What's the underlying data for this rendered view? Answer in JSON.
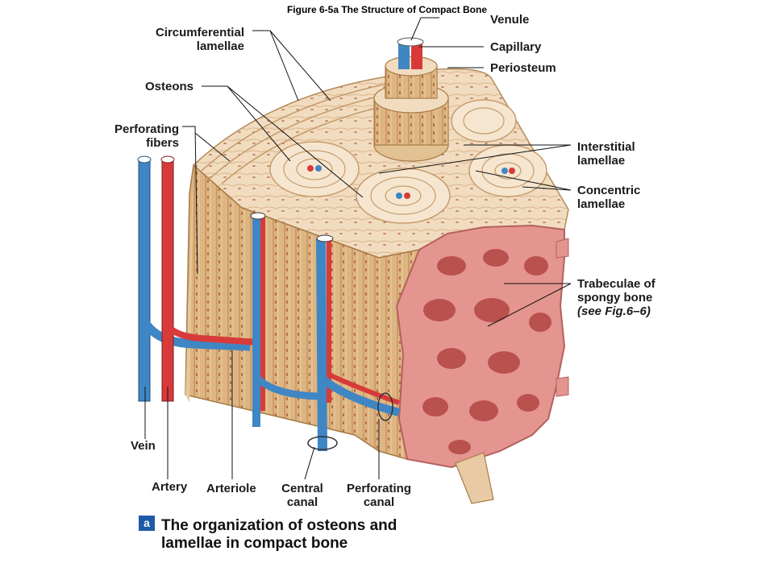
{
  "figure": {
    "title": "Figure 6-5a  The Structure of Compact Bone",
    "caption_badge": "a",
    "caption_line1": "The organization of osteons and",
    "caption_line2": "lamellae in compact bone"
  },
  "labels": {
    "venule": "Venule",
    "capillary": "Capillary",
    "periosteum": "Periosteum",
    "circumferential_1": "Circumferential",
    "circumferential_2": "lamellae",
    "osteons": "Osteons",
    "perforating_fibers_1": "Perforating",
    "perforating_fibers_2": "fibers",
    "interstitial_1": "Interstitial",
    "interstitial_2": "lamellae",
    "concentric_1": "Concentric",
    "concentric_2": "lamellae",
    "trabeculae_1": "Trabeculae of",
    "trabeculae_2": "spongy bone",
    "trabeculae_3": "(see Fig.6–6)",
    "vein": "Vein",
    "artery": "Artery",
    "arteriole": "Arteriole",
    "central_canal_1": "Central",
    "central_canal_2": "canal",
    "perforating_canal_1": "Perforating",
    "perforating_canal_2": "canal"
  },
  "colors": {
    "bone_light": "#f1dcc0",
    "bone_side": "#dcb582",
    "spongy": "#e59590",
    "artery_red": "#d83a3a",
    "vein_blue": "#3f86c5",
    "badge_blue": "#1f5aa6"
  }
}
